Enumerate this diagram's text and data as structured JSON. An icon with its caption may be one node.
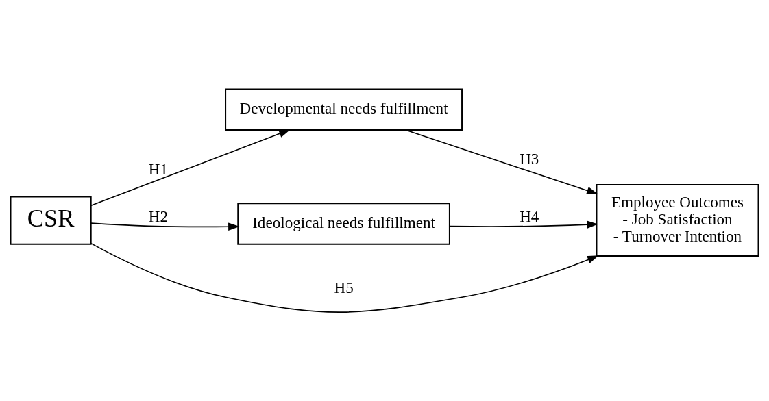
{
  "diagram": {
    "nodes": [
      {
        "text": [
          "CSR"
        ]
      },
      {
        "text": [
          "Developmental needs fulfillment"
        ]
      },
      {
        "text": [
          "Ideological needs fulfillment"
        ]
      },
      {
        "text": [
          "Employee Outcomes",
          "- Job Satisfaction",
          "- Turnover Intention"
        ]
      }
    ],
    "edges": [
      {
        "from": 0,
        "to": 1,
        "arrow": "to",
        "label": "H1"
      },
      {
        "from": 0,
        "to": 2,
        "arrow": "to",
        "label": "H2"
      },
      {
        "from": 1,
        "to": 3,
        "arrow": "to",
        "label": "H3"
      },
      {
        "from": 2,
        "to": 3,
        "arrow": "to",
        "label": "H4"
      },
      {
        "from": 0,
        "to": 3,
        "arrow": "to",
        "label": "H5"
      }
    ]
  }
}
